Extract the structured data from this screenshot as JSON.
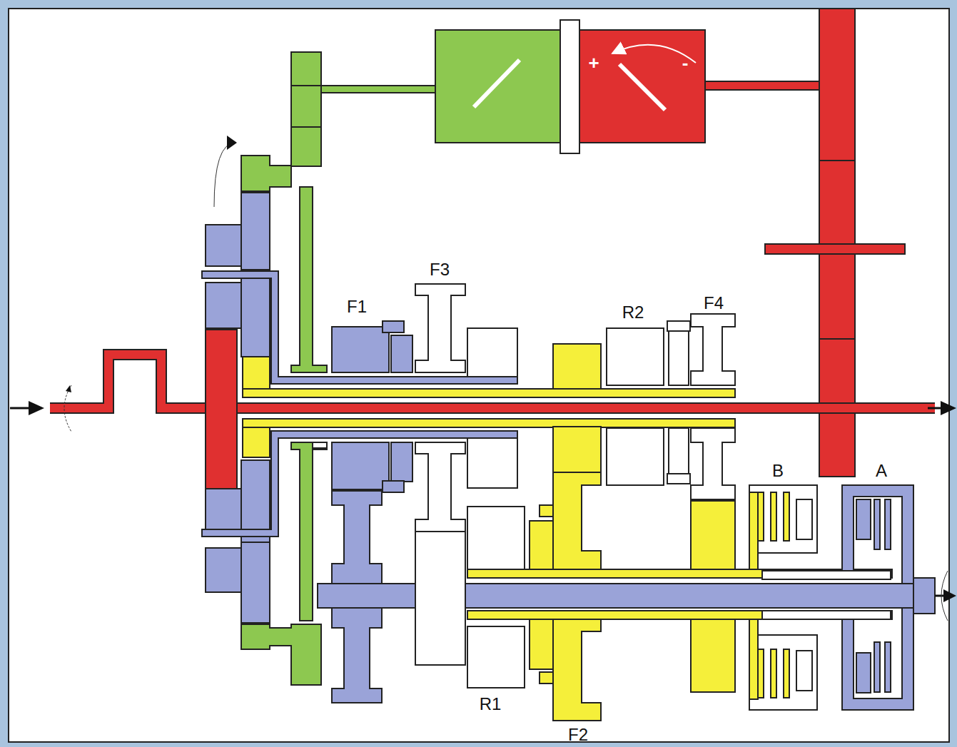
{
  "diagram": {
    "labels": [
      "F1",
      "F3",
      "R2",
      "F4",
      "B",
      "A",
      "R1",
      "F2",
      "+",
      "-"
    ]
  }
}
